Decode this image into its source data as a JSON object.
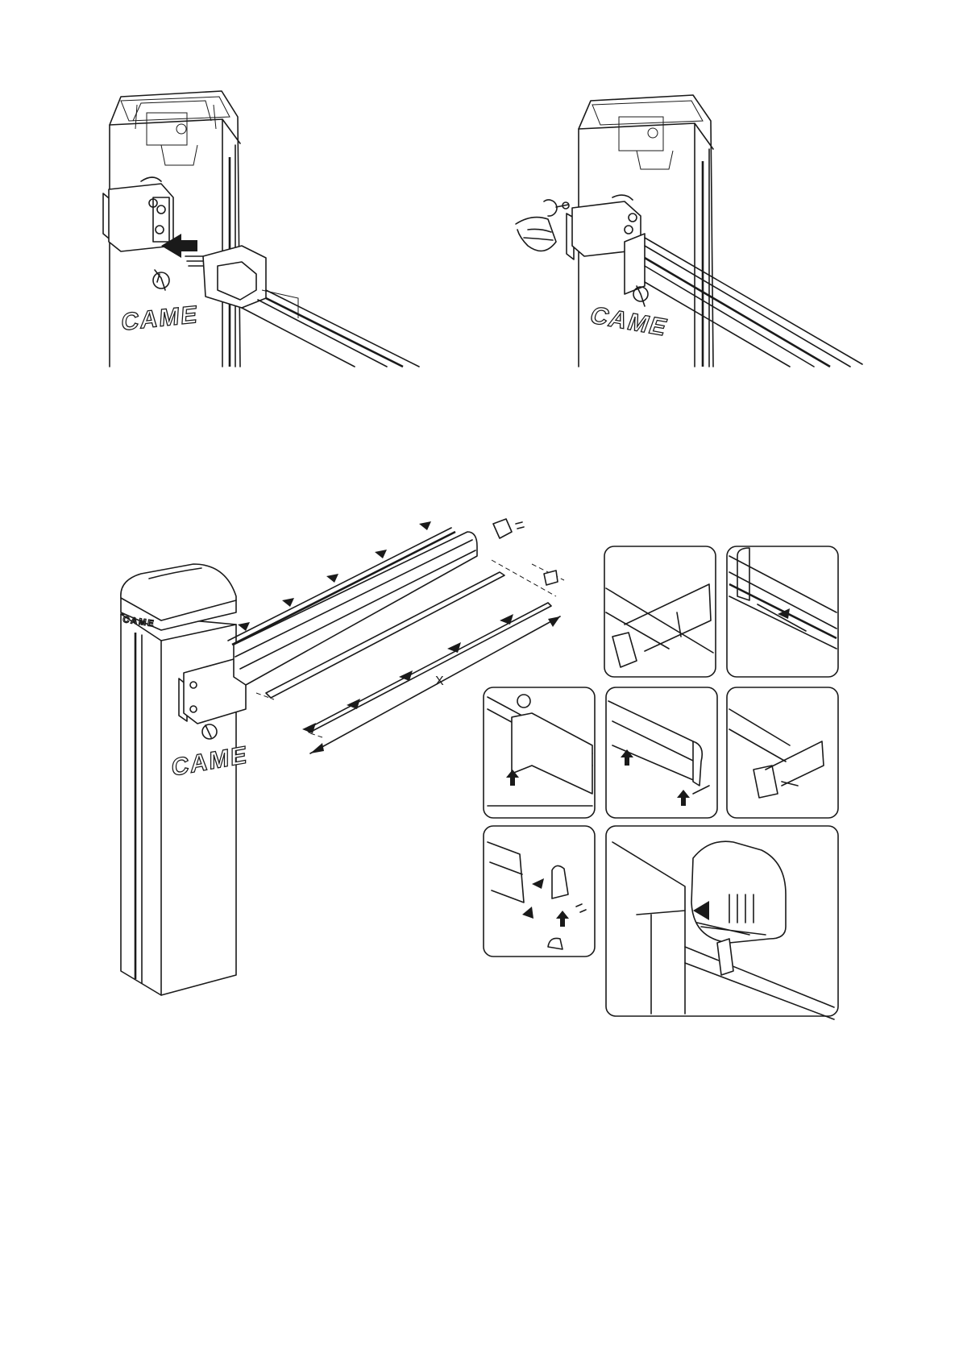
{
  "figures": {
    "top_left": {
      "brand": "CAME"
    },
    "top_right": {
      "brand": "CAME"
    },
    "assembly": {
      "brand_housing": "CAME",
      "brand_cap": "CAME",
      "dimension_label": "X"
    }
  },
  "detail_panels": [
    {
      "id": "lever-tool"
    },
    {
      "id": "insert-strip"
    },
    {
      "id": "fit-cover"
    },
    {
      "id": "slide-profile"
    },
    {
      "id": "tool-on-profile"
    },
    {
      "id": "end-cap-assembly"
    },
    {
      "id": "fit-housing-cover"
    }
  ],
  "colors": {
    "line": "#1a1a1a",
    "background": "#ffffff"
  }
}
